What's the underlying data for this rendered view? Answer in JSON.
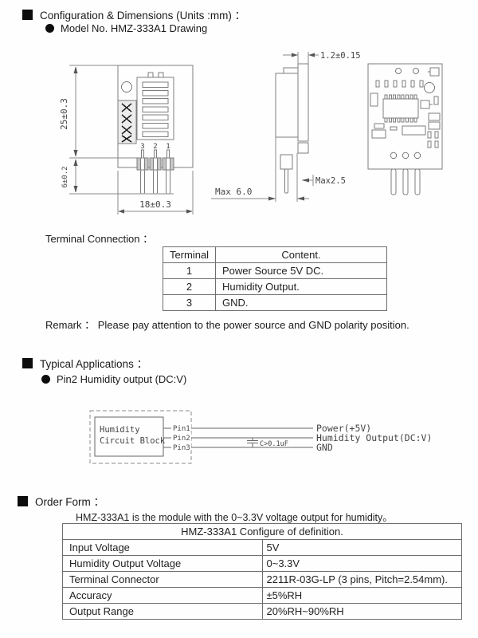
{
  "config_section": {
    "title": "Configuration & Dimensions (Units :mm) ：",
    "model_line": "Model No. HMZ-333A1 Drawing"
  },
  "front_view": {
    "dim_height": "25±0.3",
    "dim_pin_length": "6±0.2",
    "dim_width": "18±0.3",
    "pin3": "3",
    "pin2": "2",
    "pin1": "1"
  },
  "side_view": {
    "dim_pcb_thickness": "1.2±0.15",
    "dim_depth": "Max 6.0",
    "dim_pin_back": "Max2.5"
  },
  "terminal_connection": {
    "title": "Terminal Connection ：",
    "col_terminal": "Terminal",
    "col_content": "Content.",
    "rows": [
      {
        "terminal": "1",
        "content": "Power Source 5V DC."
      },
      {
        "terminal": "2",
        "content": "Humidity Output."
      },
      {
        "terminal": "3",
        "content": "GND."
      }
    ],
    "remark": "Remark ：  Please pay attention to the power source and GND polarity position."
  },
  "applications_section": {
    "title": "Typical Applications ：",
    "subtitle": "Pin2 Humidity output (DC:V)",
    "block_line1": "Humidity",
    "block_line2": "Circuit Block",
    "pin1": "Pin1",
    "pin2": "Pin2",
    "pin3": "Pin3",
    "net1": "Power(+5V)",
    "net2": "Humidity Output(DC:V)",
    "net3": "GND",
    "cap": "C>0.1uF"
  },
  "order_section": {
    "title": "Order Form ：",
    "description": "HMZ-333A1 is the module with the 0~3.3V voltage output for humidity。",
    "table_title": "HMZ-333A1 Configure of definition.",
    "rows": [
      {
        "label": "Input Voltage",
        "value": "5V"
      },
      {
        "label": "Humidity Output Voltage",
        "value": "0~3.3V"
      },
      {
        "label": "Terminal Connector",
        "value": "2211R-03G-LP (3 pins, Pitch=2.54mm)."
      },
      {
        "label": "Accuracy",
        "value": "±5%RH"
      },
      {
        "label": "Output Range",
        "value": "20%RH~90%RH"
      }
    ]
  }
}
